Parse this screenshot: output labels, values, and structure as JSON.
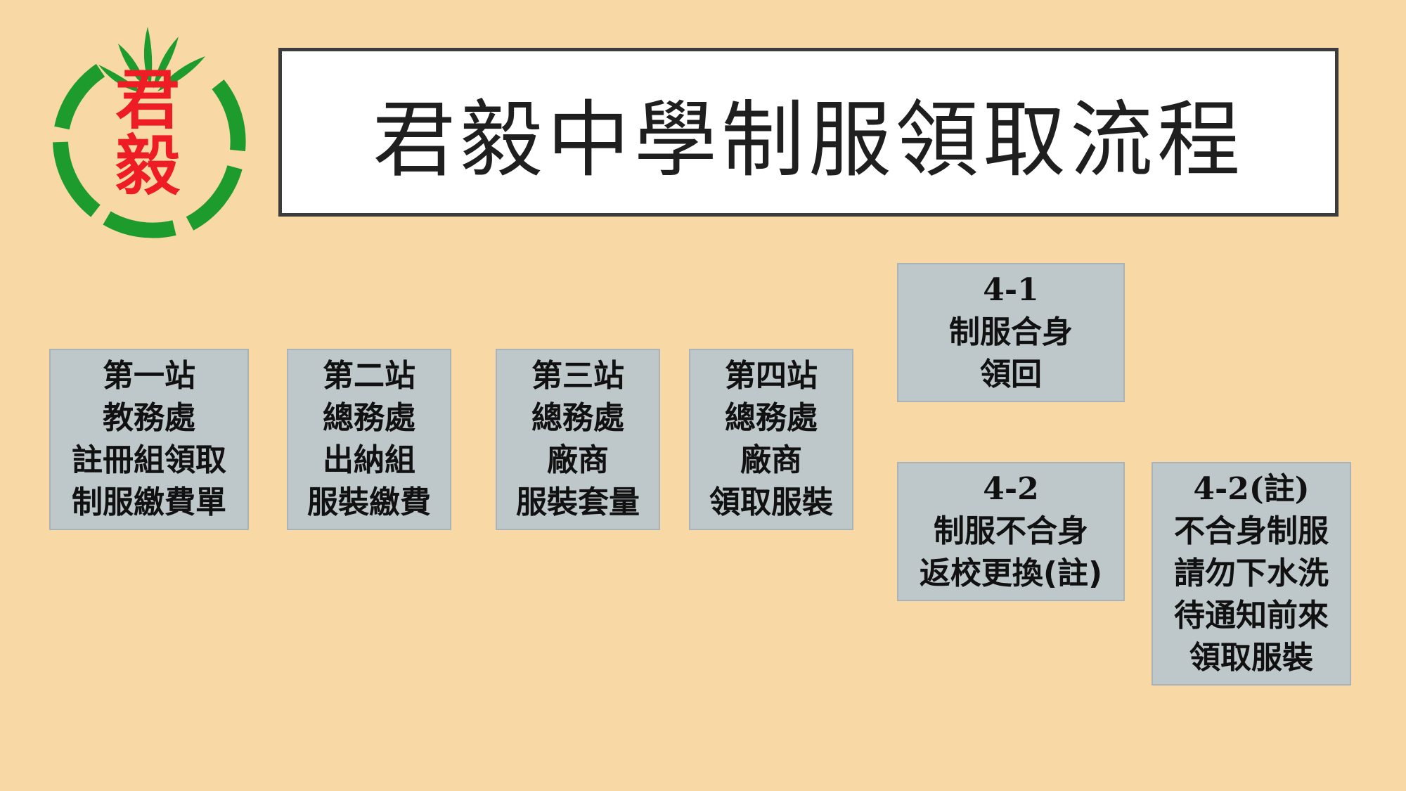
{
  "logo": {
    "line1": "君",
    "line2": "毅",
    "ring_color": "#1e9b2d",
    "text_color": "#ee1c24"
  },
  "title": "君毅中學制服領取流程",
  "colors": {
    "background": "#f8d9a6",
    "box_fill": "#bec8cb",
    "title_border": "#3c3c3c"
  },
  "stations": {
    "s1": {
      "lines": [
        "第一站",
        "教務處",
        "註冊組領取",
        "制服繳費單"
      ]
    },
    "s2": {
      "lines": [
        "第二站",
        "總務處",
        "出納組",
        "服裝繳費"
      ]
    },
    "s3": {
      "lines": [
        "第三站",
        "總務處",
        "廠商",
        "服裝套量"
      ]
    },
    "s4": {
      "lines": [
        "第四站",
        "總務處",
        "廠商",
        "領取服裝"
      ]
    },
    "s4_1": {
      "code": "4-1",
      "lines": [
        "制服合身",
        "領回"
      ]
    },
    "s4_2": {
      "code": "4-2",
      "lines": [
        "制服不合身",
        "返校更換(註)"
      ]
    },
    "s4_2_note": {
      "code": "4-2(註)",
      "lines": [
        "不合身制服",
        "請勿下水洗",
        "待通知前來",
        "領取服裝"
      ]
    }
  }
}
